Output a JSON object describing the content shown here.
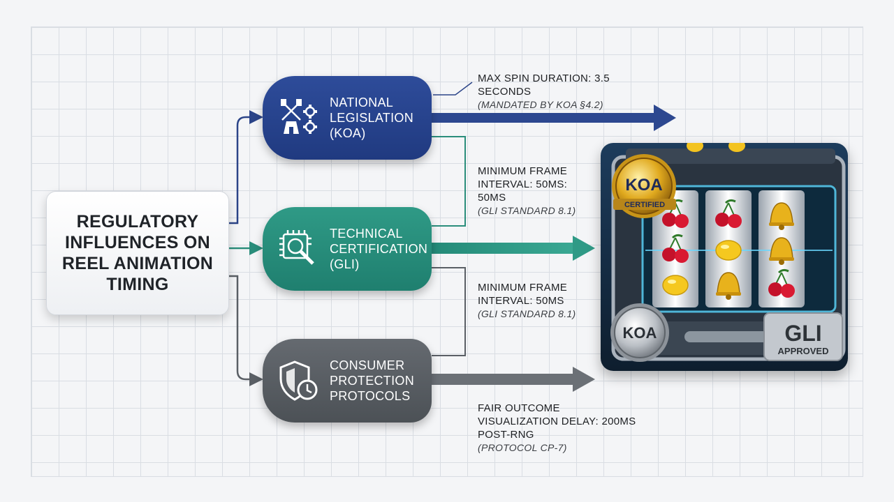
{
  "title": "REGULATORY INFLUENCES ON REEL ANIMATION TIMING",
  "nodes": [
    {
      "label_lines": [
        "NATIONAL",
        "LEGISLATION",
        "(KOA)"
      ],
      "icon": "windmill-gear-icon",
      "color": "#233f86"
    },
    {
      "label_lines": [
        "TECHNICAL",
        "CERTIFICATION",
        "(GLI)"
      ],
      "icon": "chip-magnifier-icon",
      "color": "#248a78"
    },
    {
      "label_lines": [
        "CONSUMER",
        "PROTECTION",
        "PROTOCOLS"
      ],
      "icon": "shield-clock-icon",
      "color": "#575c62"
    }
  ],
  "notes": [
    {
      "main": "MAX SPIN DURATION: 3.5 SECONDS",
      "ref": "(MANDATED BY KOA §4.2)"
    },
    {
      "main": "MINIMUM FRAME INTERVAL: 50MS: 50MS",
      "ref": "(GLI STANDARD 8.1)"
    },
    {
      "main": "MINIMUM FRAME INTERVAL: 50MS",
      "ref": "(GLI STANDARD 8.1)"
    },
    {
      "main": "FAIR OUTCOME VISUALIZATION DELAY: 200MS POST-RNG",
      "ref": "(PROTOCOL CP-7)"
    }
  ],
  "machine": {
    "badge_koa_gold": "KOA",
    "badge_koa_gold_sub": "CERTIFIED",
    "badge_koa_silver": "KOA",
    "badge_gli": "GLI",
    "badge_gli_sub": "APPROVED",
    "reel_symbols": [
      "cherry",
      "cherry",
      "bell",
      "cherry",
      "lemon",
      "bell",
      "lemon",
      "bell",
      "cherry"
    ]
  },
  "colors": {
    "navy": "#233f86",
    "teal": "#248a78",
    "gray": "#575c62",
    "gold": "#d9a420"
  }
}
